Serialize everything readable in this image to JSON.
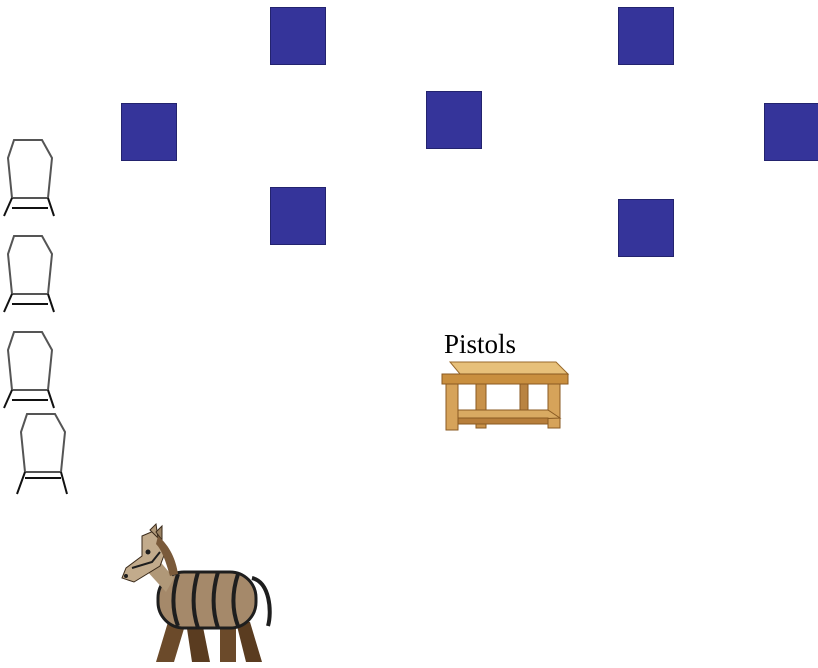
{
  "board": {
    "tiles_color": "#35349a",
    "tile_count": 7
  },
  "guards": {
    "count": 4,
    "icon": "guard-outline-icon",
    "stroke_color": "#555555"
  },
  "items": {
    "table": {
      "label": "Pistols",
      "icon": "wooden-table-icon"
    }
  },
  "player": {
    "icon": "barrel-horse-icon"
  }
}
